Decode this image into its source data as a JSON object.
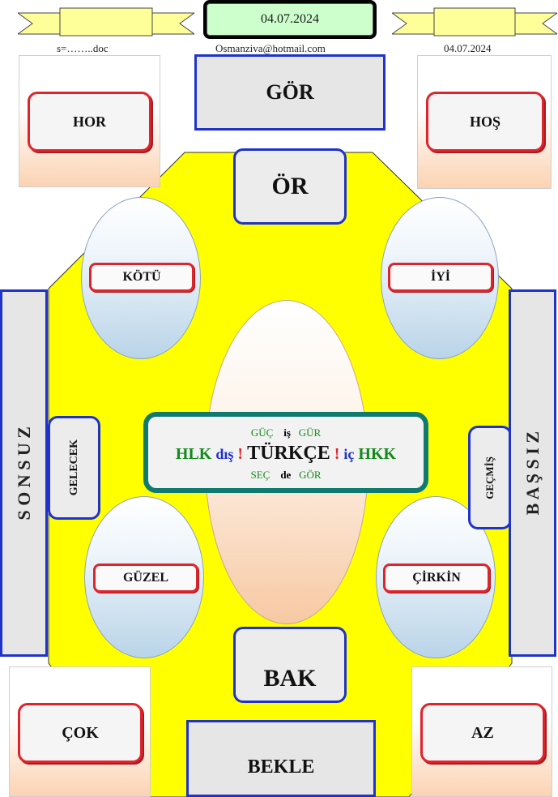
{
  "header": {
    "date_box": "04.07.2024",
    "left_caption": "s=……..doc",
    "center_caption": "Osmanziva@hotmail.com",
    "right_caption": "04.07.2024"
  },
  "top_box": "GÖR",
  "corners": {
    "top_left": "HOR",
    "top_right": "HOŞ",
    "bottom_left": "ÇOK",
    "bottom_right": "AZ"
  },
  "octagon": {
    "top": "ÖR",
    "bottom": "BAK",
    "ellipse_top_left": "KÖTÜ",
    "ellipse_top_right": "İYİ",
    "ellipse_bottom_left": "GÜZEL",
    "ellipse_bottom_right": "ÇİRKİN",
    "left_inner": "GELECEK",
    "right_inner": "GEÇMİŞ"
  },
  "sidebars": {
    "left": "S O N S U Z",
    "right": "B A Ş S I Z"
  },
  "bottom_box": "BEKLE",
  "center_card": {
    "top_left": "GÜÇ",
    "top_mid": "iş",
    "top_right": "GÜR",
    "main_left_1": "HLK",
    "main_left_2": "dış",
    "excl": "!",
    "main_center": "TÜRKÇE",
    "main_right_1": "iç",
    "main_right_2": "HKK",
    "bottom_left": "SEÇ",
    "bottom_mid": "de",
    "bottom_right": "GÖR"
  },
  "colors": {
    "octagon_fill": "#ffff00",
    "accent_blue": "#1f33c8",
    "accent_red": "#e0242c",
    "card_border": "#0f7a70"
  }
}
